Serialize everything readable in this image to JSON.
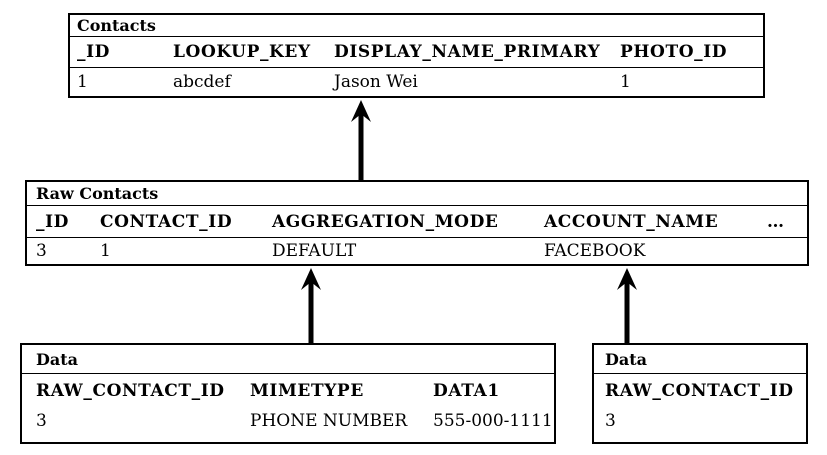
{
  "tables": {
    "contacts": {
      "title": "Contacts",
      "columns": [
        "_ID",
        "LOOKUP_KEY",
        "DISPLAY_NAME_PRIMARY",
        "PHOTO_ID"
      ],
      "row": [
        "1",
        "abcdef",
        "Jason Wei",
        "1"
      ]
    },
    "raw_contacts": {
      "title": "Raw Contacts",
      "columns": [
        "_ID",
        "CONTACT_ID",
        "AGGREGATION_MODE",
        "ACCOUNT_NAME",
        "…"
      ],
      "row": [
        "3",
        "1",
        "DEFAULT",
        "FACEBOOK"
      ]
    },
    "data_left": {
      "title": "Data",
      "columns": [
        "RAW_CONTACT_ID",
        "MIMETYPE",
        "DATA1"
      ],
      "row": [
        "3",
        "PHONE NUMBER",
        "555-000-1111"
      ]
    },
    "data_right": {
      "title": "Data",
      "columns": [
        "RAW_CONTACT_ID"
      ],
      "row": [
        "3"
      ]
    }
  },
  "colors": {
    "border": "#000000",
    "text": "#000000",
    "background": "#ffffff"
  }
}
